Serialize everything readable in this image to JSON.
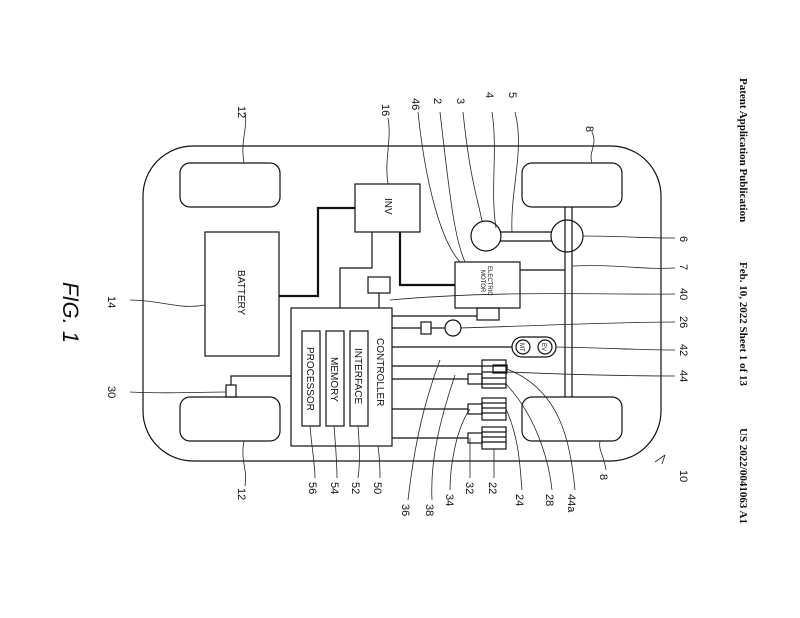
{
  "header": {
    "publication": "Patent Application Publication",
    "date_sheet": "Feb. 10, 2022   Sheet 1 of 13",
    "pub_number": "US 2022/0041063 A1"
  },
  "figure": {
    "label": "FIG. 1",
    "blocks": {
      "battery": "BATTERY",
      "inverter": "INV",
      "motor_line1": "ELECTRIC",
      "motor_line2": "MOTOR",
      "controller": "CONTROLLER",
      "interface": "INTERFACE",
      "memory": "MEMORY",
      "processor": "PROCESSOR",
      "mt": "MT",
      "ev": "EV"
    },
    "reference_numerals": {
      "vehicle": "10",
      "wheels_front_top": "12",
      "wheels_front_bottom": "12",
      "wheels_rear_top": "8",
      "wheels_rear_bottom": "8",
      "battery": "14",
      "inverter": "16",
      "motor": "2",
      "ref_46": "46",
      "ref_3": "3",
      "ref_4": "4",
      "ref_5": "5",
      "ref_6": "6",
      "ref_7": "7",
      "ref_40": "40",
      "ref_26": "26",
      "ref_42": "42",
      "ref_44": "44",
      "ref_30": "30",
      "processor": "56",
      "memory": "54",
      "interface": "52",
      "controller": "50",
      "ref_36": "36",
      "ref_38": "38",
      "ref_34": "34",
      "ref_32": "32",
      "ref_22": "22",
      "ref_24": "24",
      "ref_28": "28",
      "ref_44a": "44a"
    }
  }
}
